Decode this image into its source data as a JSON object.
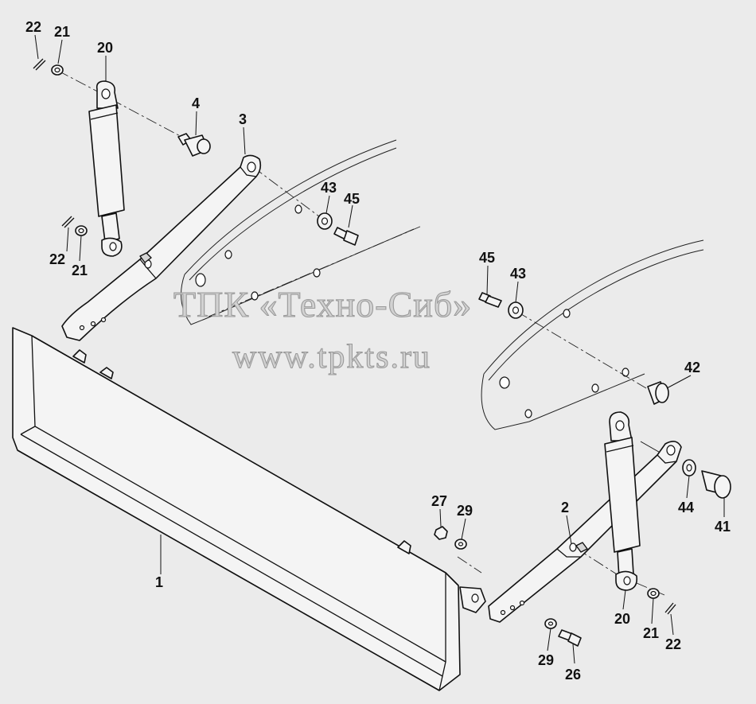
{
  "watermark": {
    "line1": "ТПК «Техно-Сиб»",
    "line2": "www.tpkts.ru"
  },
  "labels": {
    "l22a": "22",
    "l21a": "21",
    "l20a": "20",
    "l4": "4",
    "l3": "3",
    "l43a": "43",
    "l45a": "45",
    "l22b": "22",
    "l21b": "21",
    "l45b": "45",
    "l43b": "43",
    "l42": "42",
    "l44": "44",
    "l41": "41",
    "l27": "27",
    "l29a": "29",
    "l2": "2",
    "l1": "1",
    "l20b": "20",
    "l21c": "21",
    "l22c": "22",
    "l29b": "29",
    "l26": "26"
  },
  "colors": {
    "background": "#ebebeb",
    "line": "#111111",
    "part_fill": "#f4f4f4",
    "watermark": "#9a9a9a"
  }
}
